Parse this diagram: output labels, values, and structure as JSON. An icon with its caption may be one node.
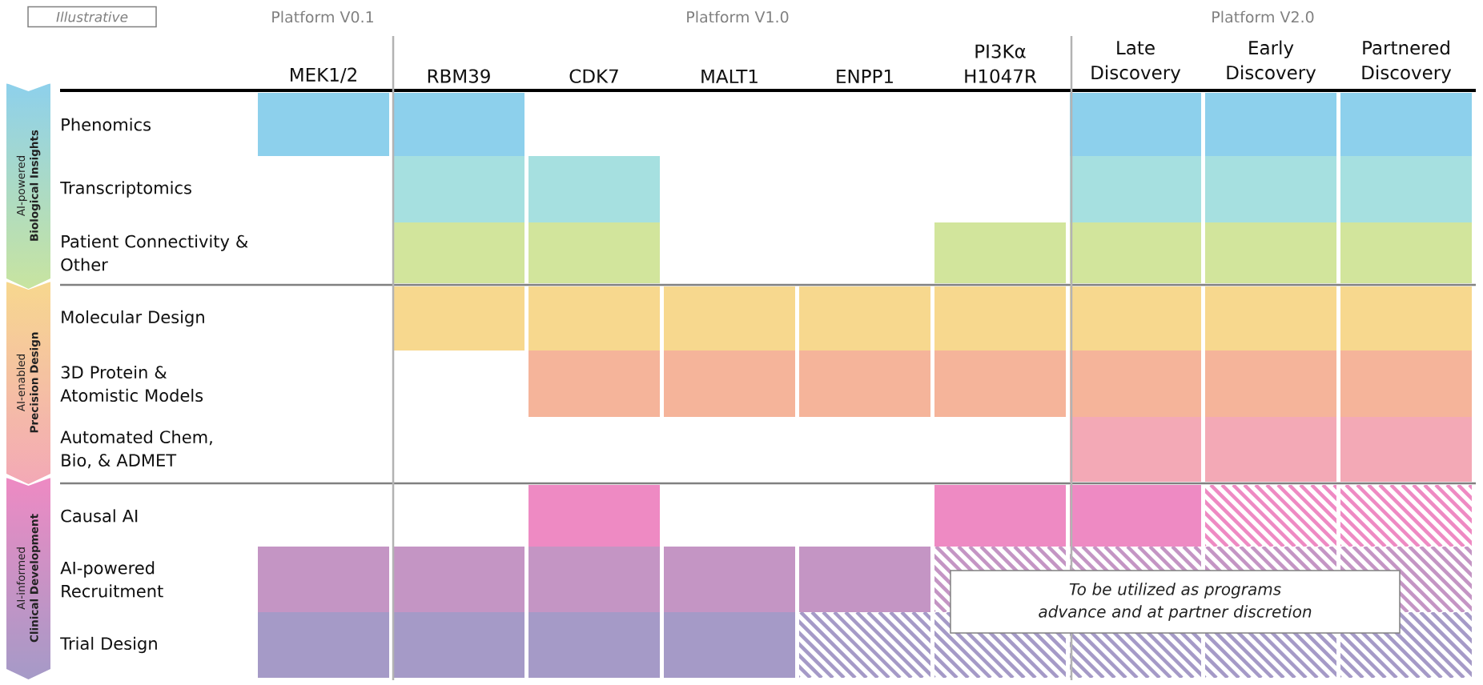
{
  "diagram": {
    "nodes": [
      {
        "text": [
          "Illustrative"
        ]
      },
      {
        "text": [
          "AI-powered",
          "Biological Insights"
        ]
      },
      {
        "text": [
          "AI-enabled",
          "Precision Design"
        ]
      },
      {
        "text": [
          "AI-informed",
          "Clinical Development"
        ]
      },
      {
        "text": [
          "To be utilized as programs advance and at partner discretion"
        ]
      }
    ],
    "labels": [
      "Platform V0.1",
      "Platform V1.0",
      "Platform V2.0",
      "MEK1/2",
      "RBM39",
      "CDK7",
      "MALT1",
      "ENPP1",
      "PI3Kα H1047R",
      "Late Discovery",
      "Early Discovery",
      "Partnered Discovery",
      "Phenomics",
      "Transcriptomics",
      "Patient Connectivity & Other",
      "Molecular Design",
      "3D Protein & Atomistic Models",
      "Automated Chem, Bio, & ADMET",
      "Causal AI",
      "AI-powered Recruitment",
      "Trial Design"
    ]
  }
}
